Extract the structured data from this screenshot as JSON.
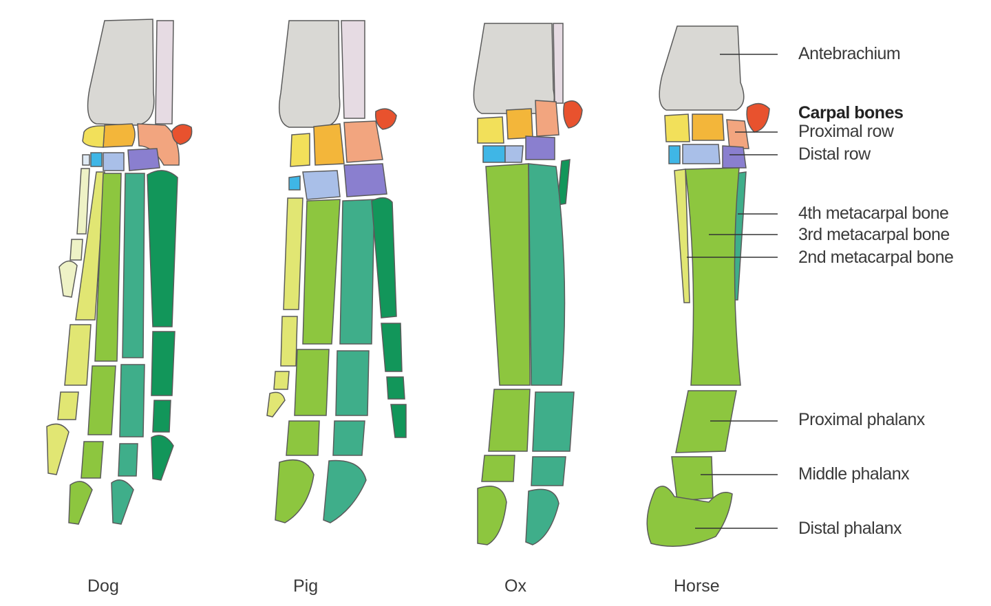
{
  "species": [
    "Dog",
    "Pig",
    "Ox",
    "Horse"
  ],
  "labels": {
    "antebrachium": "Antebrachium",
    "carpal_bones": "Carpal bones",
    "proximal_row": "Proximal row",
    "distal_row": "Distal row",
    "metacarpal_4": "4th metacarpal bone",
    "metacarpal_3": "3rd metacarpal bone",
    "metacarpal_2": "2nd metacarpal bone",
    "proximal_phalanx": "Proximal phalanx",
    "middle_phalanx": "Middle phalanx",
    "distal_phalanx": "Distal phalanx"
  },
  "colors": {
    "antebrachium": "#d9d8d4",
    "ulna": "#e6dbe3",
    "carpal_yellow": "#f2e05a",
    "carpal_orange": "#f3b63a",
    "carpal_salmon": "#f2a57f",
    "accessory_carpal": "#e8522e",
    "carpal_lightblue": "#a9bfe8",
    "carpal_cyan": "#3fb6e6",
    "carpal_purple": "#8a7fcf",
    "digit_2": "#e1e673",
    "digit_3": "#8dc63f",
    "digit_4": "#3fae8a",
    "digit_5": "#12965a"
  }
}
